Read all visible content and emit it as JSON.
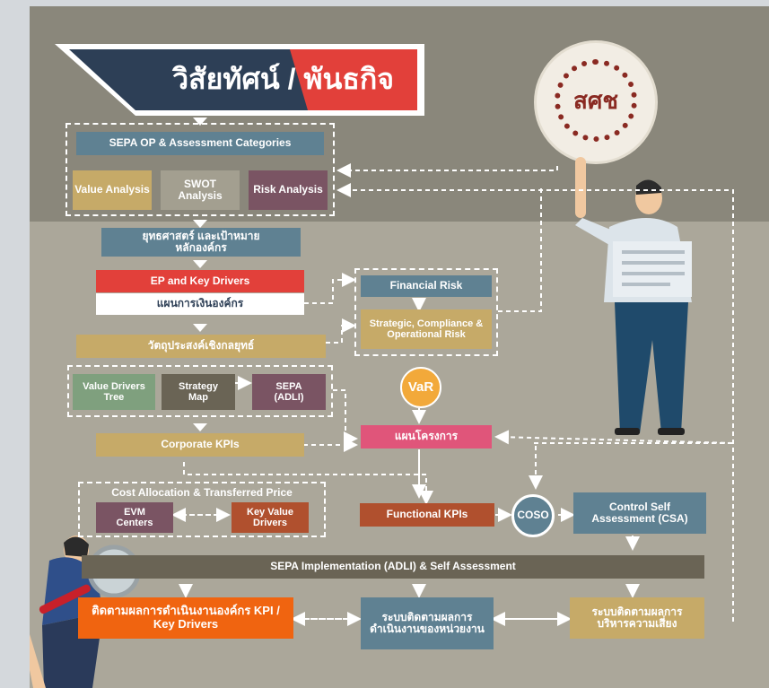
{
  "title": "วิสัยทัศน์ / พันธกิจ",
  "logo_text": "สศช",
  "category_header": "SEPA OP & Assessment Categories",
  "categories": [
    "Value Analysis",
    "SWOT Analysis",
    "Risk Analysis"
  ],
  "strategy": "ยุทธศาสตร์ และเป้าหมายหลักองค์กร",
  "ep_drivers": "EP and Key Drivers",
  "financial_plan": "แผนการเงินองค์กร",
  "strategic_objectives": "วัตถุประสงค์เชิงกลยุทธ์",
  "tools": [
    "Value Drivers Tree",
    "Strategy Map",
    "SEPA (ADLI)"
  ],
  "corporate_kpis": "Corporate KPIs",
  "financial_risk": "Financial Risk",
  "other_risk": "Strategic, Compliance & Operational Risk",
  "var": "VaR",
  "project_plan": "แผนโครงการ",
  "cost_allocation": "Cost Allocation & Transferred Price",
  "evm": "EVM Centers",
  "key_value_drivers": "Key Value Drivers",
  "functional_kpis": "Functional KPIs",
  "coso": "COSO",
  "csa": "Control Self Assessment (CSA)",
  "implementation": "SEPA Implementation (ADLI) & Self Assessment",
  "bottom": [
    "ติดตามผลการดำเนินงานองค์กร KPI / Key Drivers",
    "ระบบติดตามผลการดำเนินงานของหน่วยงาน",
    "ระบบติดตามผลการบริหารความเสี่ยง"
  ],
  "colors": {
    "red": "#e2403a",
    "navy": "#2d3f56",
    "steel": "#5f8192",
    "tan": "#c6aa68",
    "plum": "#7a5463",
    "sage": "#7fa07e",
    "orange": "#f06410",
    "pink": "#e0557a",
    "rust": "#b0502e",
    "brown": "#6a6455"
  }
}
